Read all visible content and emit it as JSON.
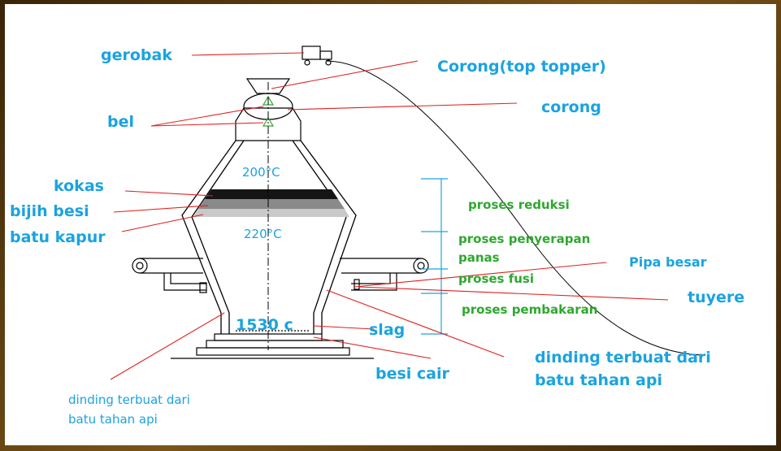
{
  "labels": {
    "gerobak": "gerobak",
    "corong_top": "Corong(top topper)",
    "bel": "bel",
    "corong": "corong",
    "kokas": "kokas",
    "bijih_besi": "bijih besi",
    "batu_kapur": "batu kapur",
    "pipa_besar": "Pipa besar",
    "tuyere": "tuyere",
    "slag": "slag",
    "besi_cair": "besi cair",
    "dinding_right_1": "dinding terbuat dari",
    "dinding_right_2": "batu tahan api",
    "dinding_left_1": "dinding terbuat dari",
    "dinding_left_2": "batu tahan api"
  },
  "temperatures": {
    "t1": "200°C",
    "t2": "220°C",
    "t3": "1530 c"
  },
  "processes": {
    "reduksi": "proses reduksi",
    "penyerapan_1": "proses penyerapan",
    "penyerapan_2": "panas",
    "fusi": "proses fusi",
    "pembakaran": "proses pembakaran"
  },
  "colors": {
    "label_blue": "#1aa3e0",
    "process_green": "#2ea82e",
    "leader_red": "#e02020",
    "frame_brown": "#5a3a10"
  }
}
